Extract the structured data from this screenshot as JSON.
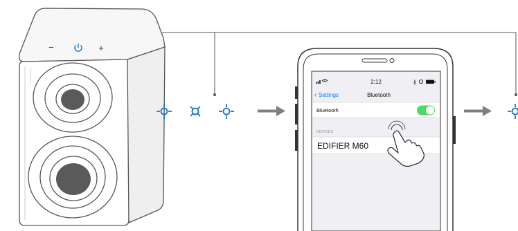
{
  "speaker": {
    "minus_label": "−",
    "plus_label": "+",
    "icons": [
      "power-icon"
    ]
  },
  "indicator": {
    "color": "#1a73c8",
    "states": [
      "on",
      "off",
      "on",
      "on"
    ]
  },
  "phone": {
    "status": {
      "time": "2:12",
      "icons": [
        "signal-icon",
        "wifi-icon",
        "bluetooth-icon",
        "alarm-icon",
        "battery-icon"
      ]
    },
    "nav": {
      "back_label": "Settings",
      "title": "Bluetooth"
    },
    "bluetooth_row": {
      "label": "Bluetooth",
      "toggle_on": true,
      "toggle_color": "#4cd964"
    },
    "devices_header": "DEVICES",
    "device_name": "EDIFIER M60",
    "accent": "#007aff"
  },
  "arrow_color": "#7f7f7f"
}
